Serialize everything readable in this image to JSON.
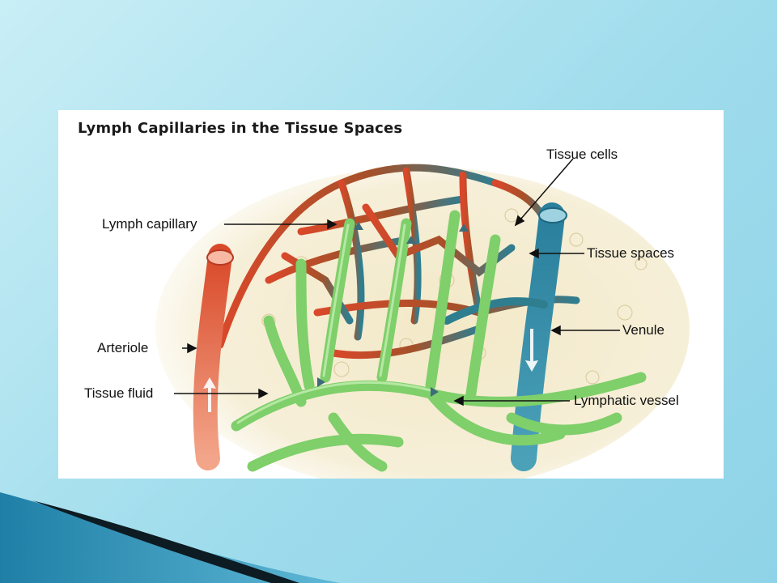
{
  "slide": {
    "background_color": "#a8e0ee",
    "accent_color": "#1b6e8f"
  },
  "figure": {
    "title": "Lymph Capillaries in the Tissue Spaces",
    "labels": {
      "tissue_cells": "Tissue cells",
      "lymph_capillary": "Lymph capillary",
      "tissue_spaces": "Tissue spaces",
      "arteriole": "Arteriole",
      "venule": "Venule",
      "tissue_fluid": "Tissue fluid",
      "lymphatic_vessel": "Lymphatic vessel"
    },
    "colors": {
      "arterial": "#d4452a",
      "venous": "#2d7d9a",
      "lymphatic": "#7fcf6a",
      "tissue": "#f1e6c4"
    }
  }
}
